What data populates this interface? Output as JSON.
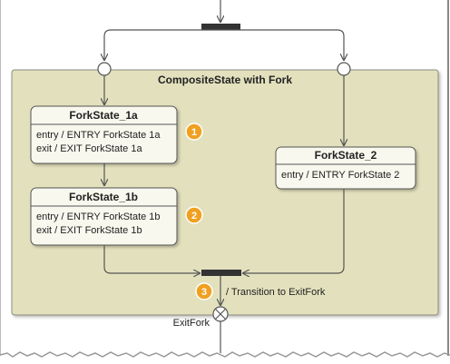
{
  "composite_state": {
    "title": "CompositeState with Fork"
  },
  "states": {
    "fork_state_1a": {
      "name": "ForkState_1a",
      "entry": "entry / ENTRY ForkState 1a",
      "exit": "exit / EXIT ForkState 1a"
    },
    "fork_state_1b": {
      "name": "ForkState_1b",
      "entry": "entry / ENTRY ForkState 1b",
      "exit": "exit / EXIT ForkState 1b"
    },
    "fork_state_2": {
      "name": "ForkState_2",
      "entry": "entry / ENTRY ForkState 2"
    }
  },
  "badges": {
    "badge_1": "1",
    "badge_2": "2",
    "badge_3": "3"
  },
  "transition_label": "/ Transition to ExitFork",
  "exit_point_label": "ExitFork",
  "colors": {
    "composite_fill": "#e3e1bd",
    "composite_stroke": "#8c8c7a",
    "state_fill": "#f8f8ee",
    "state_header_fill": "#efeedb",
    "badge_fill": "#f0a020",
    "fork_bar": "#333333",
    "line": "#555555"
  }
}
